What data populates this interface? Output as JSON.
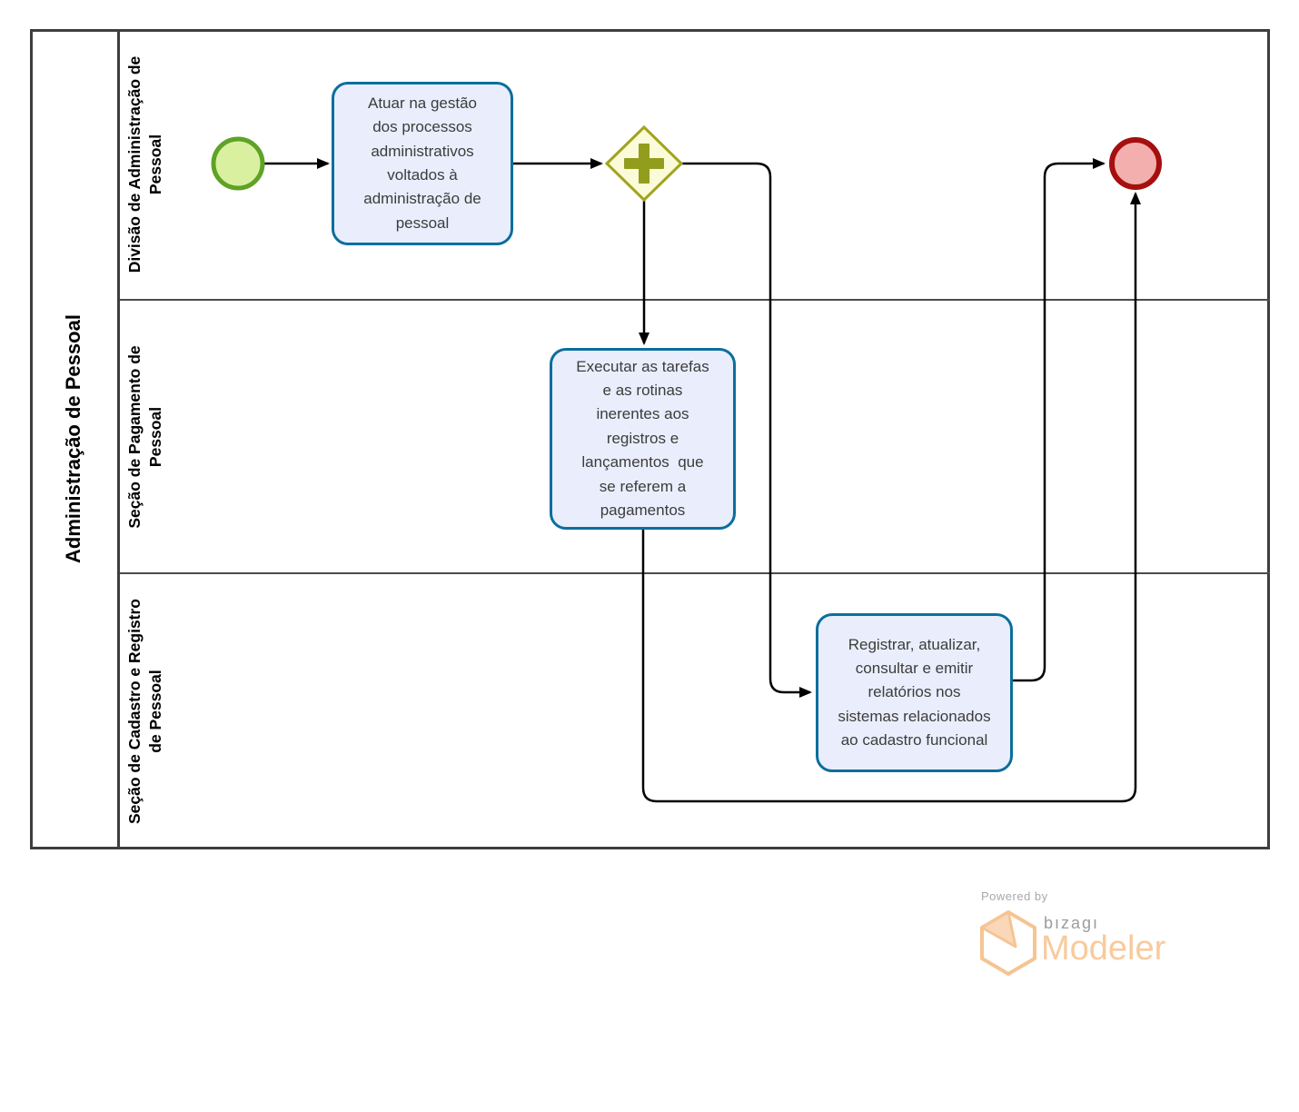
{
  "pool": {
    "title": "Administração de Pessoal",
    "lanes": [
      {
        "label_line1": "Divisão de Administração de",
        "label_line2": "Pessoal"
      },
      {
        "label_line1": "Seção de Pagamento de",
        "label_line2": "Pessoal"
      },
      {
        "label_line1": "Seção de Cadastro e Registro",
        "label_line2": "de Pessoal"
      }
    ]
  },
  "tasks": [
    {
      "label": "Atuar na gestão dos processos administrativos voltados à administração de pessoal"
    },
    {
      "label": "Executar as tarefas e as rotinas inerentes aos registros e lançamentos  que se referem a pagamentos"
    },
    {
      "label": "Registrar, atualizar, consultar e emitir relatórios nos sistemas relacionados ao cadastro funcional"
    }
  ],
  "gateway": {
    "type": "parallel-gateway",
    "symbol": "+"
  },
  "events": {
    "start": "start-event",
    "end": "end-event"
  },
  "logo": {
    "powered_by": "Powered by",
    "brand": "bızagı",
    "product": "Modeler"
  },
  "colors": {
    "task_fill": "#eaeefc",
    "task_border": "#0b6e9d",
    "start_fill": "#d9f0a1",
    "start_border": "#5fa226",
    "end_fill": "#f2afad",
    "end_border": "#a50f0f",
    "gateway_fill": "#fbfbd9",
    "gateway_border": "#a2a41e",
    "gateway_plus": "#939d1d",
    "pool_border": "#3e3e3e",
    "connector": "#000000",
    "logo_accent": "#f9ca9d",
    "logo_gray": "#9c9c9c"
  }
}
